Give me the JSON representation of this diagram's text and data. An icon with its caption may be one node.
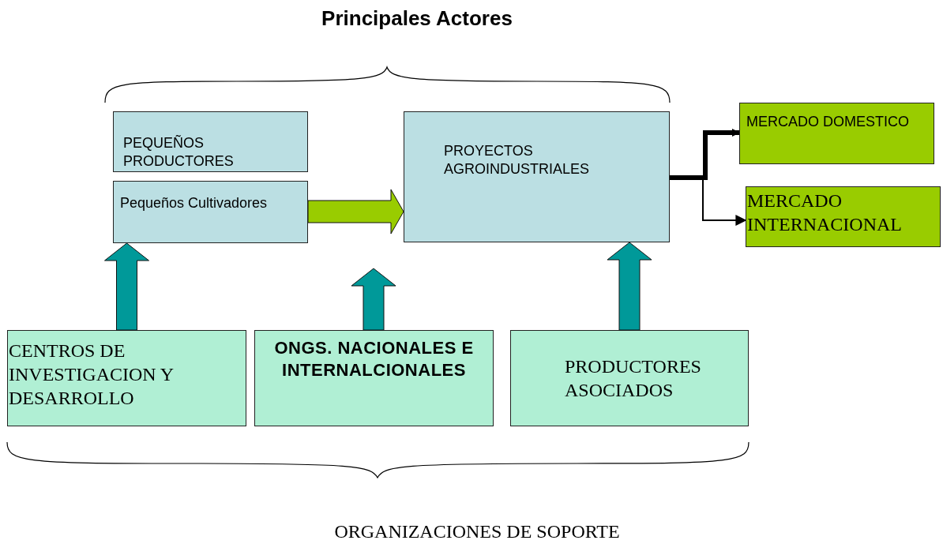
{
  "diagram": {
    "title": "Principales Actores",
    "caption": "ORGANIZACIONES DE SOPORTE",
    "nodes": [
      {
        "text": [
          "PEQUEÑOS PRODUCTORES"
        ]
      },
      {
        "text": [
          "Pequeños Cultivadores"
        ]
      },
      {
        "text": [
          "PROYECTOS AGROINDUSTRIALES"
        ]
      },
      {
        "text": [
          "MERCADO DOMESTICO"
        ]
      },
      {
        "text": [
          "MERCADO INTERNACIONAL"
        ]
      },
      {
        "text": [
          "CENTROS DE INVESTIGACION Y DESARROLLO"
        ]
      },
      {
        "text": [
          "ONGS. NACIONALES E INTERNALCIONALES"
        ]
      },
      {
        "text": [
          "PRODUCTORES ASOCIADOS"
        ]
      }
    ],
    "edges": [
      {
        "from": 1,
        "to": 2,
        "arrow": "to",
        "style": "thick",
        "color": "#99cc00"
      },
      {
        "from": 2,
        "to": 3,
        "arrow": "to",
        "style": "thick"
      },
      {
        "from": 2,
        "to": 4,
        "arrow": "to"
      },
      {
        "from": 5,
        "to": 1,
        "arrow": "to",
        "style": "thick",
        "color": "#009999"
      },
      {
        "from": 6,
        "to": null,
        "arrow": "to",
        "style": "thick",
        "color": "#009999"
      },
      {
        "from": 7,
        "to": 2,
        "arrow": "to",
        "style": "thick",
        "color": "#009999"
      }
    ]
  }
}
